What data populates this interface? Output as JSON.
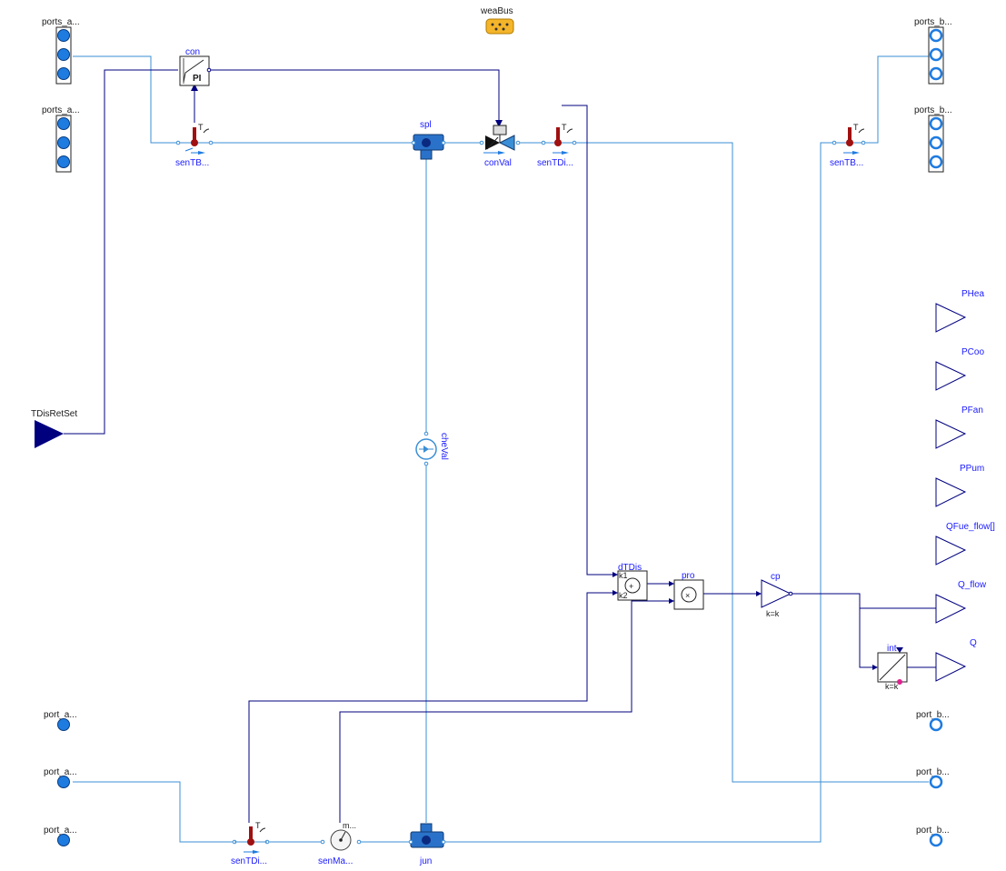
{
  "diagram": {
    "weather_bus_label": "weaBus",
    "ports_fluid_multi": [
      {
        "label": "ports_a...",
        "side": "left"
      },
      {
        "label": "ports_a...",
        "side": "left"
      },
      {
        "label": "ports_b...",
        "side": "right"
      },
      {
        "label": "ports_b...",
        "side": "right"
      }
    ],
    "ports_fluid_single": [
      {
        "label": "port_a...",
        "side": "left"
      },
      {
        "label": "port_a...",
        "side": "left"
      },
      {
        "label": "port_a...",
        "side": "left"
      },
      {
        "label": "port_b...",
        "side": "right"
      },
      {
        "label": "port_b...",
        "side": "right"
      },
      {
        "label": "port_b...",
        "side": "right"
      }
    ],
    "input_connector": {
      "label": "TDisRetSet"
    },
    "controller": {
      "label": "con",
      "symbol": "PI"
    },
    "sensors": [
      {
        "label": "senTB...",
        "glyph": "T"
      },
      {
        "label": "senTDi...",
        "glyph": "T"
      },
      {
        "label": "senTB...",
        "glyph": "T"
      },
      {
        "label": "senTDi...",
        "glyph": "T"
      },
      {
        "label": "senMa...",
        "glyph": "m..."
      }
    ],
    "splitter": {
      "label": "spl"
    },
    "junction": {
      "label": "jun"
    },
    "valve": {
      "label": "conVal"
    },
    "check_valve": {
      "label": "cheVal"
    },
    "adder": {
      "label": "dTDis",
      "k1": "k1",
      "k2": "k2",
      "symbol": "+"
    },
    "product": {
      "label": "pro",
      "symbol": "×"
    },
    "gain": {
      "label": "cp",
      "param": "k=k"
    },
    "integrator": {
      "label": "int",
      "param": "k=k"
    },
    "outputs": [
      {
        "label": "PHea"
      },
      {
        "label": "PCoo"
      },
      {
        "label": "PFan"
      },
      {
        "label": "PPum"
      },
      {
        "label": "QFue_flow[]"
      },
      {
        "label": "Q_flow"
      },
      {
        "label": "Q"
      }
    ],
    "colors": {
      "fluid_line": "#3b8fd6",
      "signal_line": "#00007f",
      "port_fill": "#1e7be0",
      "sensor_bulb": "#a01010",
      "bus_fill": "#f5b52a"
    }
  }
}
